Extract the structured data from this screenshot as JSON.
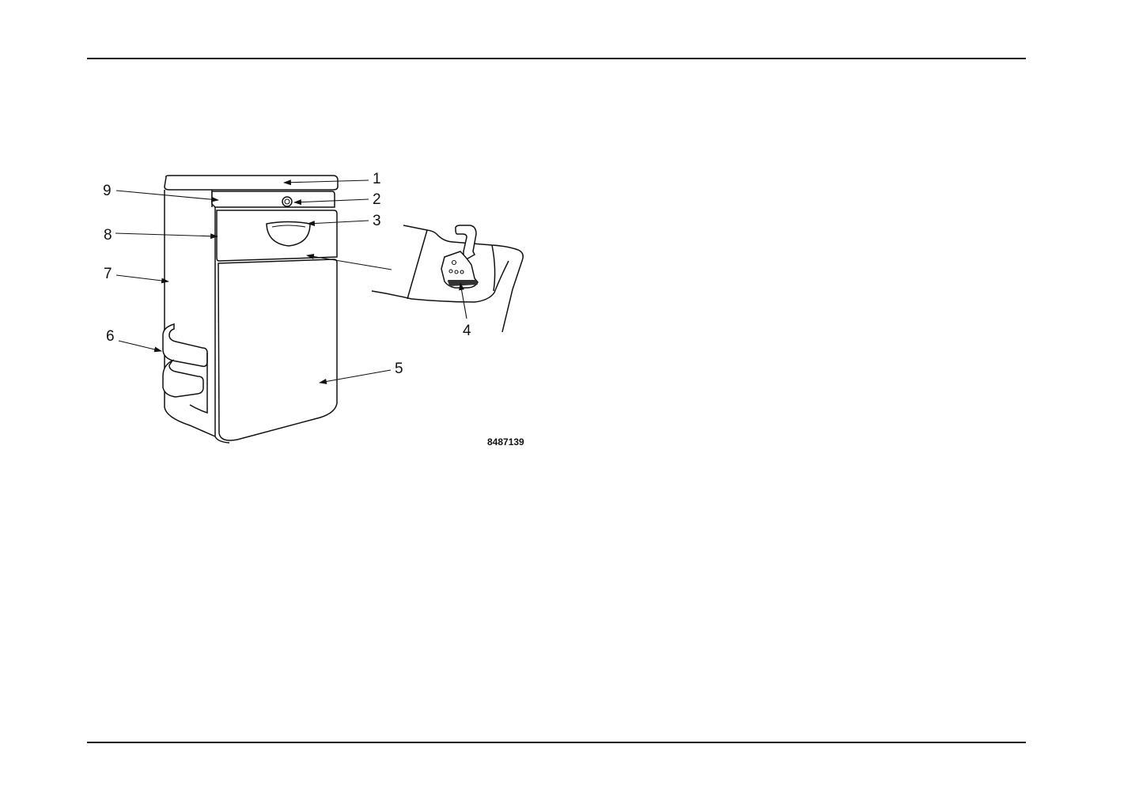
{
  "figure": {
    "callouts": {
      "c1": "1",
      "c2": "2",
      "c3": "3",
      "c4": "4",
      "c5": "5",
      "c6": "6",
      "c7": "7",
      "c8": "8",
      "c9": "9"
    },
    "figure_number": "8487139"
  }
}
